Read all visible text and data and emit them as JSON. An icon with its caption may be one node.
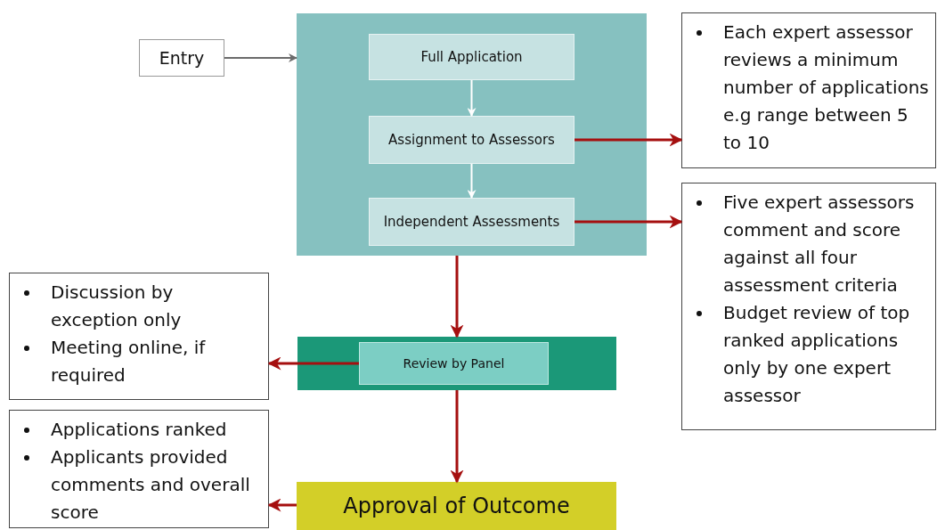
{
  "diagram": {
    "nodes": [
      {
        "text": [
          "Entry"
        ]
      },
      {
        "text": [],
        "shape": "box"
      },
      {
        "text": [
          "Full Application"
        ],
        "in": 1
      },
      {
        "text": [
          "Assignment to Assessors"
        ],
        "in": 1
      },
      {
        "text": [
          "Independent Assessments"
        ],
        "in": 1
      },
      {
        "text": [
          "Each expert assessor reviews a minimum number of applications e.g range between 5 to 10"
        ]
      },
      {
        "text": [
          "Five expert assessors comment and score against all four assessment criteria",
          "Budget review of top ranked applications only by one expert assessor"
        ]
      },
      {
        "text": [
          "Discussion by exception only",
          "Meeting online, if required"
        ]
      },
      {
        "text": [],
        "shape": "bar"
      },
      {
        "text": [
          "Review by Panel"
        ],
        "in": 8
      },
      {
        "text": [
          "Applications ranked",
          "Applicants provided comments and overall score"
        ]
      },
      {
        "text": [
          "Approval of Outcome"
        ]
      }
    ],
    "edges": [
      {
        "from": 0,
        "to": 1,
        "arrow": "to",
        "color": "#6b6b6b"
      },
      {
        "from": 2,
        "to": 3,
        "arrow": "to",
        "color": "#ffffff"
      },
      {
        "from": 3,
        "to": 4,
        "arrow": "to",
        "color": "#ffffff"
      },
      {
        "from": 3,
        "to": 5,
        "arrow": "to"
      },
      {
        "from": 4,
        "to": 6,
        "arrow": "to"
      },
      {
        "from": 1,
        "to": 8,
        "arrow": "to"
      },
      {
        "from": 9,
        "to": 7,
        "arrow": "to"
      },
      {
        "from": 8,
        "to": 11,
        "arrow": "to"
      },
      {
        "from": 11,
        "to": 10,
        "arrow": "to"
      }
    ]
  }
}
